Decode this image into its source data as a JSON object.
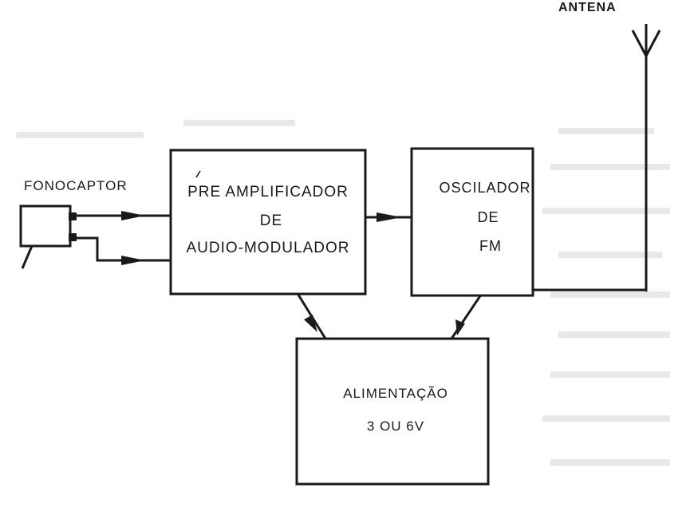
{
  "labels": {
    "antenna": "ANTENA",
    "pickup": "FONOCAPTOR",
    "preamp_line1": "PRE AMPLIFICADOR",
    "preamp_line2": "DE",
    "preamp_line3": "AUDIO-MODULADOR",
    "oscillator_line1": "OSCILADOR",
    "oscillator_line2": "DE",
    "oscillator_line3": "FM",
    "power_line1": "ALIMENTAÇÃO",
    "power_line2": "3 OU 6V"
  },
  "colors": {
    "ink": "#1a1a1a",
    "paper": "#ffffff"
  }
}
